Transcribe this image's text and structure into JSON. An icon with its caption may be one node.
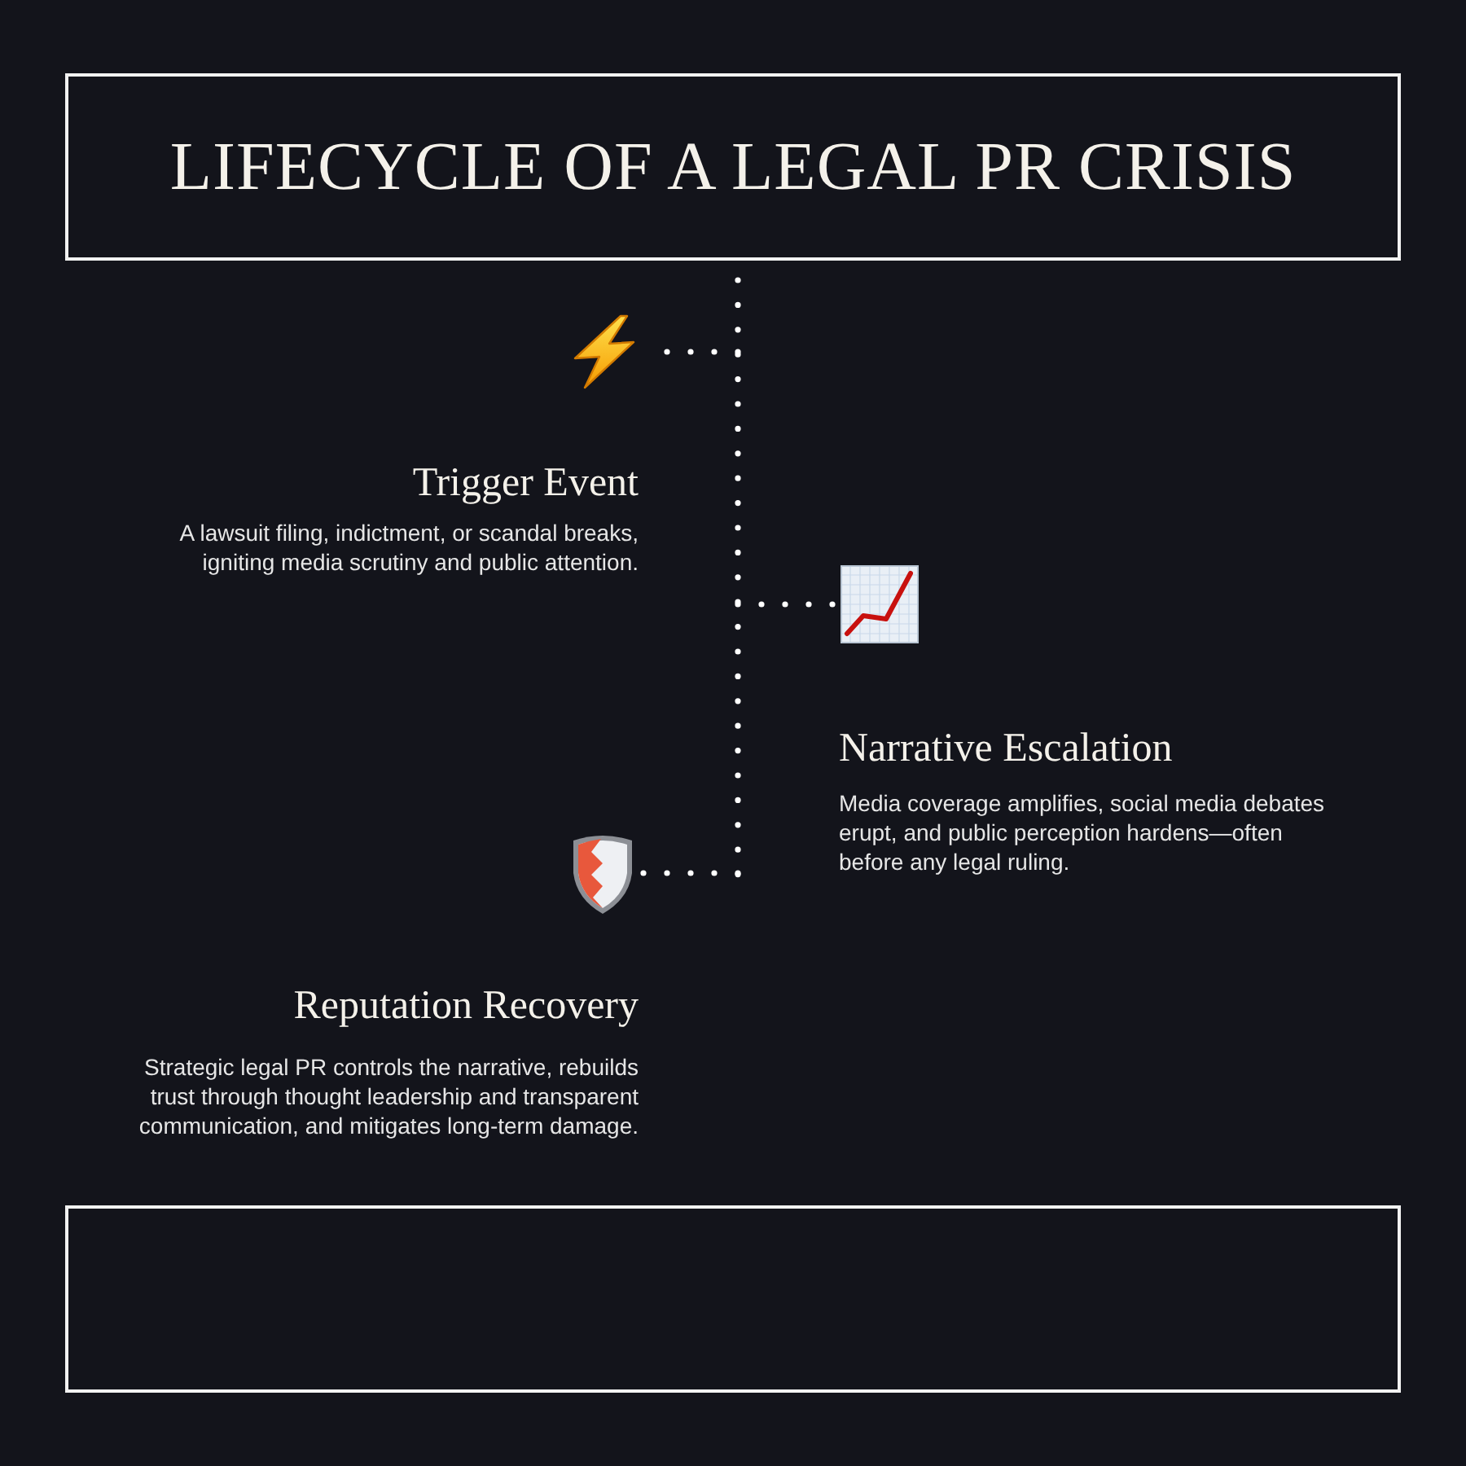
{
  "diagram": {
    "title": "LIFECYCLE OF A LEGAL PR CRISIS",
    "nodes": [
      {
        "text": [],
        "shape": "picture",
        "beside": [
          "Trigger Event",
          "A lawsuit filing, indictment, or scandal breaks, igniting media scrutiny and public attention."
        ]
      },
      {
        "text": [],
        "shape": "picture",
        "beside": [
          "Narrative Escalation",
          "Media coverage amplifies, social media debates erupt, and public perception hardens—often before any legal ruling."
        ]
      },
      {
        "text": [],
        "shape": "picture",
        "beside": [
          "Reputation Recovery",
          "Strategic legal PR controls the narrative, rebuilds trust through thought leadership and transparent communication, and mitigates long-term damage."
        ]
      }
    ],
    "edges": [
      {
        "from": null,
        "to": 0,
        "arrow": "none"
      },
      {
        "from": null,
        "to": 1,
        "arrow": "none"
      },
      {
        "from": null,
        "to": 2,
        "arrow": "none"
      }
    ]
  }
}
